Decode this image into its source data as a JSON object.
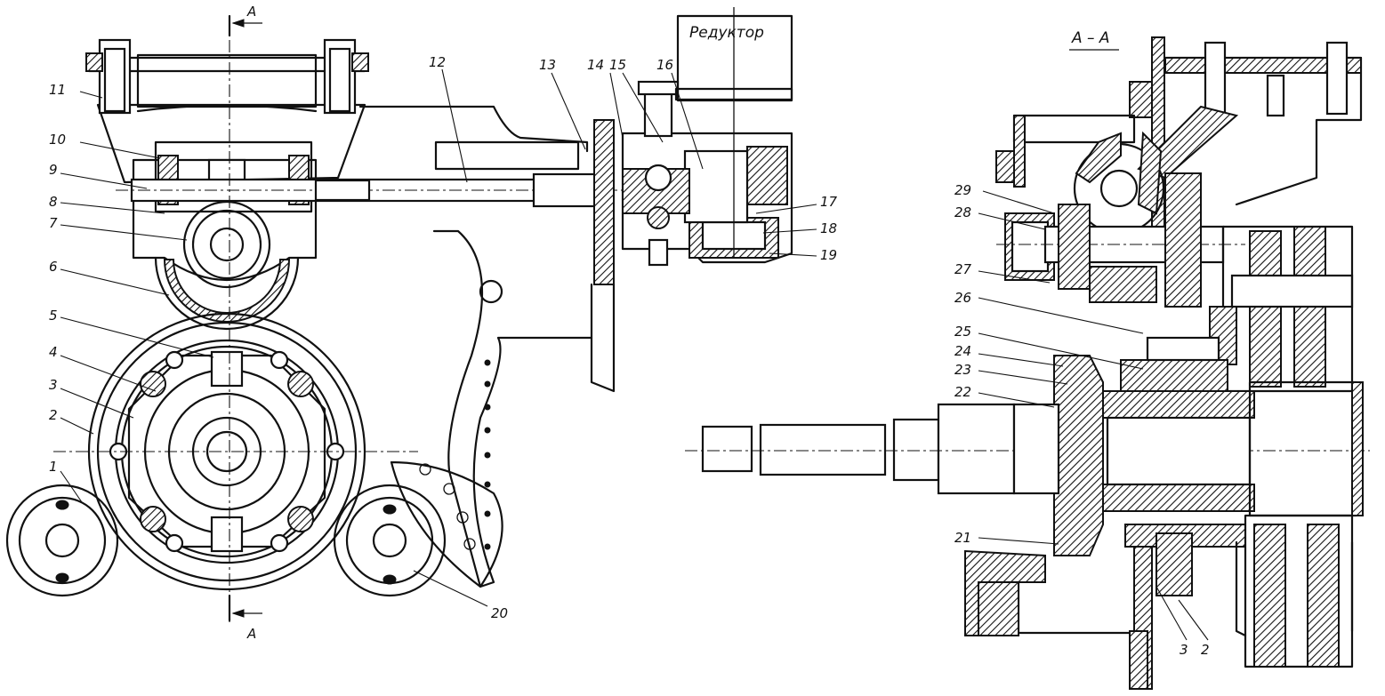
{
  "title_box": "Редуктор",
  "section_title": "А – А",
  "section_marks": {
    "top": "А",
    "bottom": "А"
  },
  "labels_left": [
    "1",
    "2",
    "3",
    "4",
    "5",
    "6",
    "7",
    "8",
    "9",
    "10",
    "11",
    "12",
    "13",
    "14",
    "15",
    "16",
    "17",
    "18",
    "19",
    "20"
  ],
  "labels_right": [
    "21",
    "22",
    "23",
    "24",
    "25",
    "26",
    "27",
    "28",
    "29",
    "3",
    "2"
  ]
}
